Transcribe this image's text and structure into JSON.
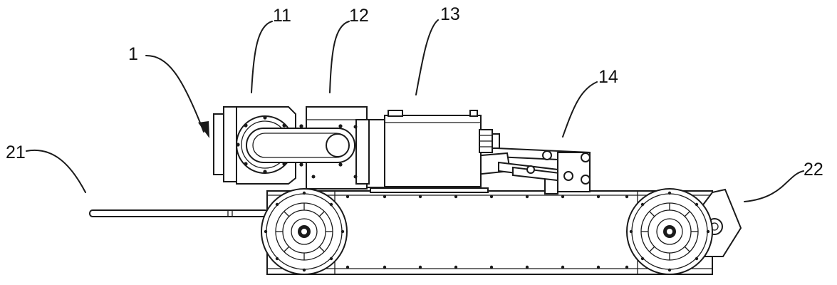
{
  "figure": {
    "labels": {
      "robot": "1",
      "camera_head": "11",
      "joint_module": "12",
      "control_box": "13",
      "lift_arm": "14",
      "front_rod": "21",
      "rear_hitch": "22"
    }
  }
}
